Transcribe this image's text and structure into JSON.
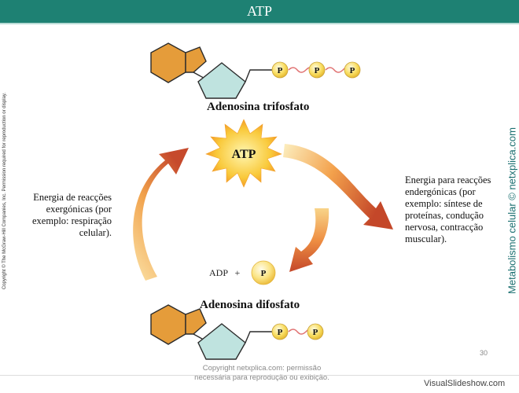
{
  "header": {
    "title": "ATP"
  },
  "labels": {
    "atp_name": "Adenosina trifosfato",
    "adp_name": "Adenosina difosfato",
    "atp_burst": "ATP",
    "adp_plus": "ADP   +",
    "phosphate": "P"
  },
  "left_text": {
    "lines": [
      "Energia de reacções",
      "exergónicas (por",
      "exemplo: respiração",
      "celular)."
    ]
  },
  "right_text": {
    "lines": [
      "Energia para reacções",
      "endergónicas (por",
      "exemplo: síntese de",
      "proteínas, condução",
      "nervosa, contracção",
      "muscular)."
    ]
  },
  "side": {
    "copyright": "Copyright © The McGraw-Hill Companies, Inc. Permission required for reproduction or display.",
    "watermark": "Metabolismo celular © netxplica.com"
  },
  "footer": {
    "copy_line1": "Copyright netxplica.com: permissão",
    "copy_line2": "necessária para reprodução ou exibição.",
    "page_number": "30",
    "brand": "VisualSlideshow.com"
  },
  "colors": {
    "title_bar": "#1e8173",
    "hexagon": "#e59c3a",
    "pentagon": "#bfe3df",
    "phosphate": "#f8d64e",
    "arrow_dark": "#c94e2e",
    "arrow_light": "#f9d27a",
    "burst": "#f8c02b"
  }
}
